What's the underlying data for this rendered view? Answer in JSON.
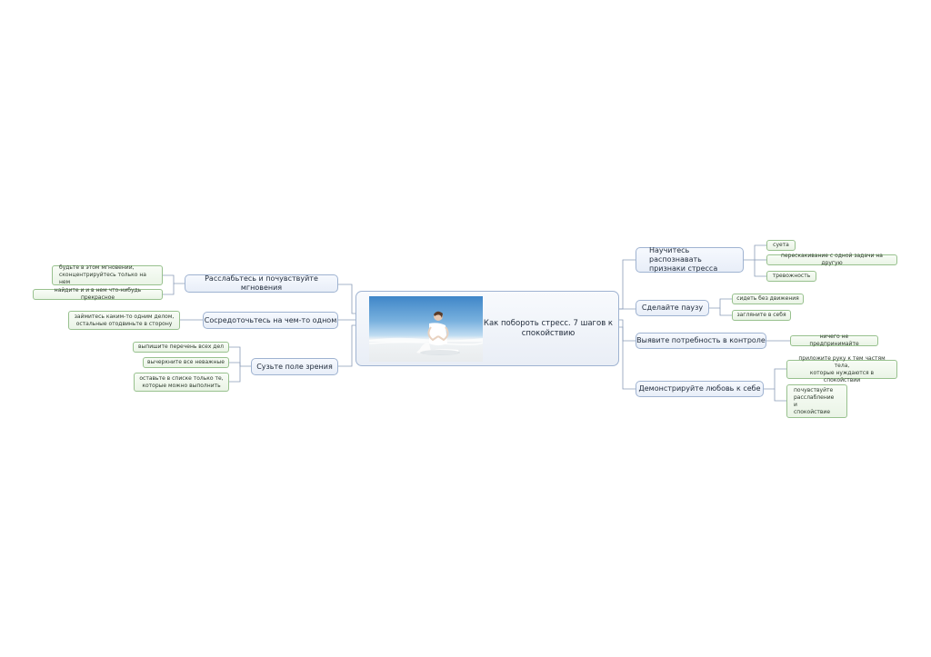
{
  "center": {
    "title": "Как побороть стресс. 7 шагов к спокойствию"
  },
  "left_branches": [
    {
      "label": "Расслабьтесь и почувствуйте мгновения",
      "children": [
        "будьте в этом мгновении,\nсконцентрируйтесь только на нем",
        "найдите и и в нем что-нибудь прекрасное"
      ]
    },
    {
      "label": "Сосредоточьтесь на чем-то одном",
      "children": [
        "займитесь каким-то одним делом,\nостальные отодвиньте в сторону"
      ]
    },
    {
      "label": "Сузьте поле зрения",
      "children": [
        "выпишите перечень всех дел",
        "вычеркните все неважные",
        "оставьте в списке только те,\nкоторые можно выполнить"
      ]
    }
  ],
  "right_branches": [
    {
      "label": "Научитесь распознавать\nпризнаки стресса",
      "children": [
        "суета",
        "перескакивание с одной задачи на другую",
        "тревожность"
      ]
    },
    {
      "label": "Сделайте паузу",
      "children": [
        "сидеть без движения",
        "загляните в себя"
      ]
    },
    {
      "label": "Выявите потребность в контроле",
      "children": [
        "ничего не предпринимайте"
      ]
    },
    {
      "label": "Демонстрируйте любовь к себе",
      "children": [
        "приложите руку к тем частям тела,\nкоторые нуждаются в спокойствии",
        "почувствуйте\nрасслабление\nи\nспокойствие"
      ]
    }
  ],
  "colors": {
    "main_border": "#9fb3d1",
    "leaf_border": "#98c18e",
    "connector": "#8a9cb8"
  },
  "icons": {
    "photo": "meditating-woman-on-beach-photo"
  }
}
